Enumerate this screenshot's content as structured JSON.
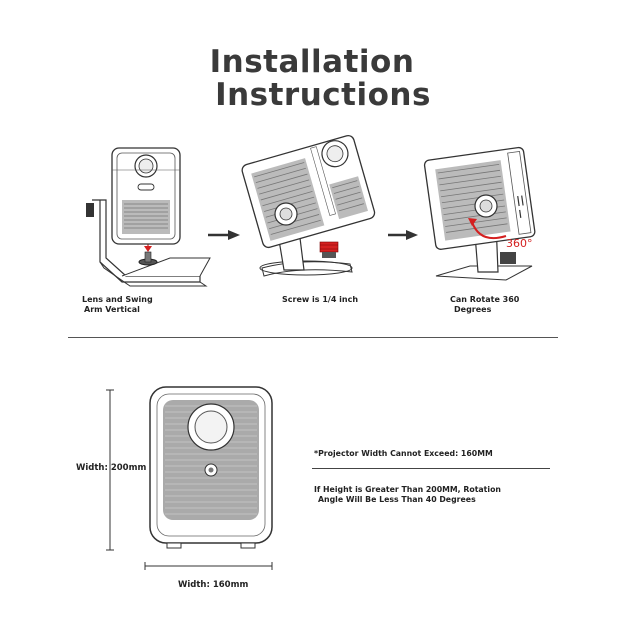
{
  "title": {
    "line1": "Installation",
    "line2": "Instructions"
  },
  "steps": [
    {
      "label_line1": "Lens and Swing",
      "label_line2": "Arm Vertical"
    },
    {
      "label_line1": "Screw is 1/4 inch",
      "label_line2": ""
    },
    {
      "label_line1": "Can Rotate 360",
      "label_line2": "Degrees"
    }
  ],
  "rotation_badge": "360°",
  "dimensions": {
    "height_label": "Width: 200mm",
    "width_label": "Width: 160mm"
  },
  "notes": {
    "width_note": "*Projector Width Cannot Exceed: 160MM",
    "height_note_line1": "If Height is Greater Than 200MM, Rotation",
    "height_note_line2": "Angle Will Be Less Than 40 Degrees"
  },
  "colors": {
    "title": "#3a3a3a",
    "accent_red": "#d42020",
    "line": "#333333"
  }
}
